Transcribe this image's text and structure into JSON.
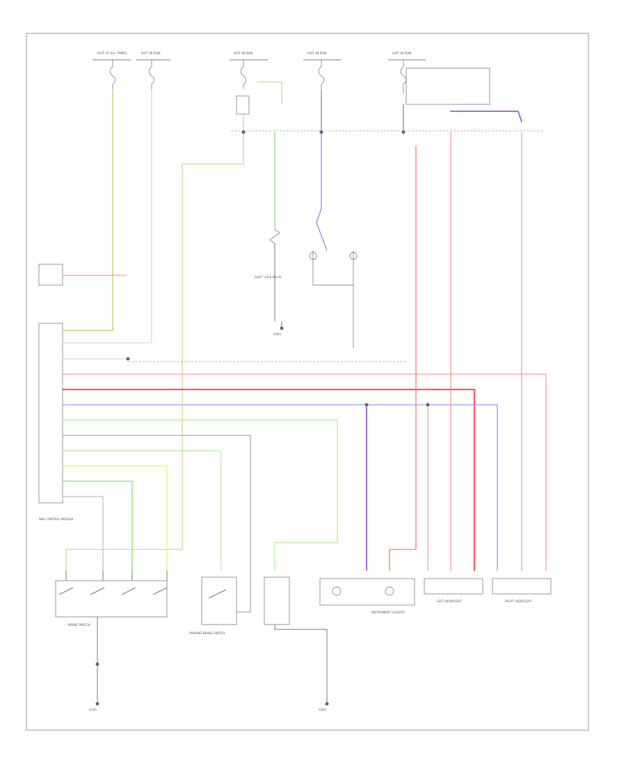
{
  "diagram": {
    "footer_code": "",
    "hot_labels": [
      "HOT AT ALL TIMES",
      "HOT IN RUN",
      "HOT IN RUN",
      "HOT IN RUN",
      "HOT IN RUN"
    ],
    "component_labels": {
      "shift_lock_relay": "SHIFT LOCK RELAY",
      "ecm": "ABS CONTROL MODULE",
      "brake_switch": "BRAKE SWITCH",
      "parking_brake_switch": "PARKING BRAKE SWITCH",
      "instrument_cluster": "INSTRUMENT CLUSTER",
      "left_headlight": "LEFT HEADLIGHT",
      "right_headlight": "RIGHT HEADLIGHT",
      "ground_left": "G201",
      "ground_right": "G301",
      "ground_mid": "G401"
    },
    "wire_colors": {
      "yellow_green": "#c8c870",
      "tan": "#e6cc8e",
      "green": "#88e070",
      "blue": "#8a8aff",
      "purple": "#9a5ad0",
      "red": "#ff5555",
      "pink": "#ff9a9a",
      "orange": "#ffaa55",
      "yellow": "#f0f060",
      "light_green": "#b0f090",
      "gray": "#c0c0c0"
    }
  }
}
